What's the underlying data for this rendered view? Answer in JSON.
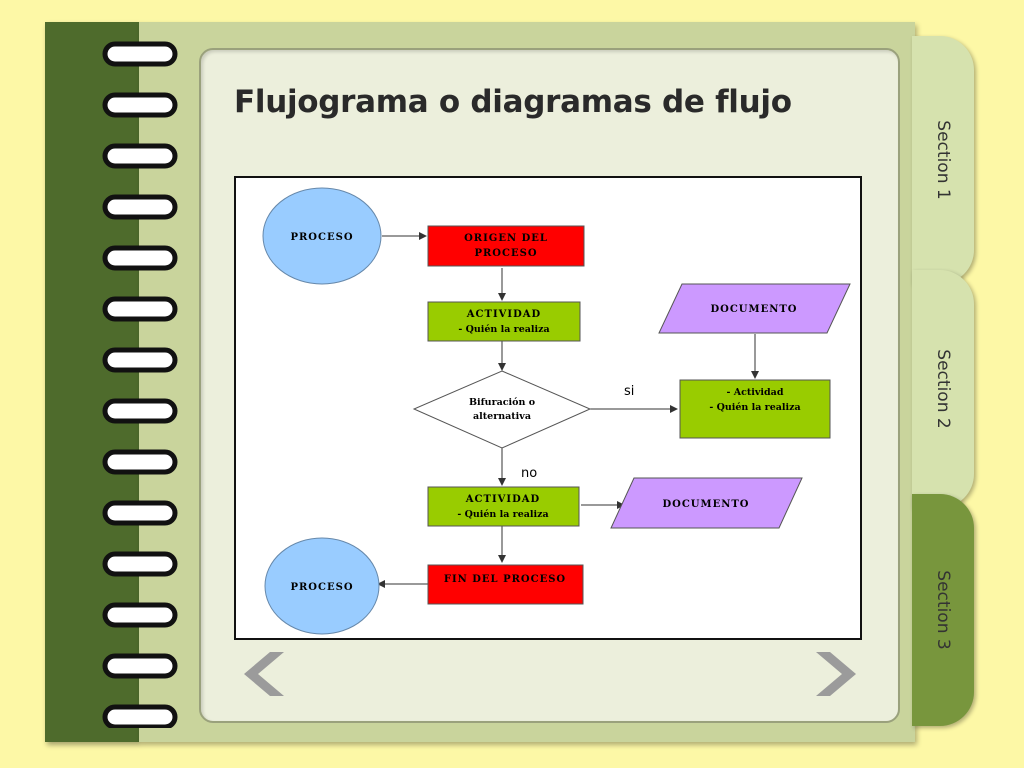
{
  "title": "Flujograma o diagramas de flujo",
  "tabs": [
    {
      "label": "Section 1"
    },
    {
      "label": "Section 2"
    },
    {
      "label": "Section 3"
    }
  ],
  "diagram": {
    "nodes": {
      "proceso_start": "PROCESO",
      "origen_line1": "ORIGEN DEL",
      "origen_line2": "PROCESO",
      "actividad1_line1": "ACTIVIDAD",
      "actividad1_line2": "- Quién la realiza",
      "decision_line1": "Bifuración o",
      "decision_line2": "alternativa",
      "documento_top": "DOCUMENTO",
      "actividad_right_line1": "- Actividad",
      "actividad_right_line2": "- Quién la realiza",
      "actividad2_line1": "ACTIVIDAD",
      "actividad2_line2": "- Quién la realiza",
      "documento_mid": "DOCUMENTO",
      "fin": "FIN DEL PROCESO",
      "proceso_end": "PROCESO"
    },
    "labels": {
      "si": "si",
      "no": "no"
    },
    "colors": {
      "ellipse": "#99ccff",
      "red_box": "#ff0000",
      "green_box": "#99cc00",
      "parallelogram": "#cc99ff"
    }
  },
  "icons": {
    "prev": "chevron-left-icon",
    "next": "chevron-right-icon"
  }
}
